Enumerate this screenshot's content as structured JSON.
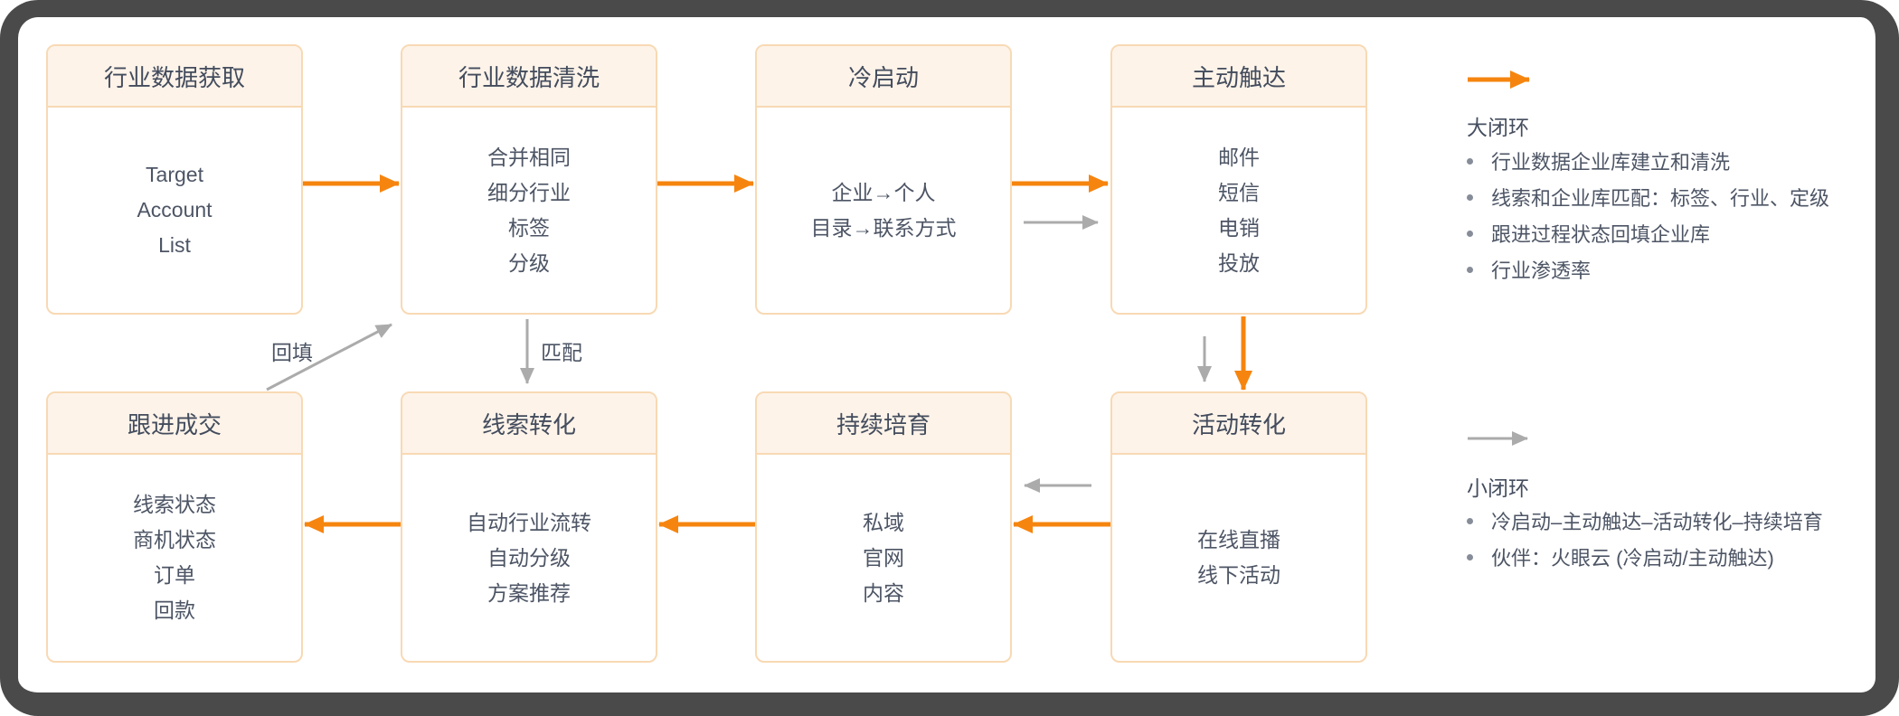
{
  "colors": {
    "accent_orange": "#f6850f",
    "loop_gray": "#ababab",
    "node_border": "#f8d9b4",
    "node_header_bg": "#fdf3e9",
    "text": "#4d5565",
    "frame": "#4a4a4a"
  },
  "boxes": [
    {
      "title": "行业数据获取",
      "items": [
        "Target",
        "Account",
        "List"
      ]
    },
    {
      "title": "行业数据清洗",
      "items": [
        "合并相同",
        "细分行业",
        "标签",
        "分级"
      ]
    },
    {
      "title": "冷启动",
      "items": [
        "企业→个人",
        "目录→联系方式"
      ]
    },
    {
      "title": "主动触达",
      "items": [
        "邮件",
        "短信",
        "电销",
        "投放"
      ]
    },
    {
      "title": "跟进成交",
      "items": [
        "线索状态",
        "商机状态",
        "订单",
        "回款"
      ]
    },
    {
      "title": "线索转化",
      "items": [
        "自动行业流转",
        "自动分级",
        "方案推荐"
      ]
    },
    {
      "title": "持续培育",
      "items": [
        "私域",
        "官网",
        "内容"
      ]
    },
    {
      "title": "活动转化",
      "items": [
        "在线直播",
        "线下活动"
      ]
    }
  ],
  "edge_labels": {
    "backfill": "回填",
    "match": "匹配"
  },
  "legend_big": {
    "title": "大闭环",
    "bullets": [
      "行业数据企业库建立和清洗",
      "线索和企业库匹配：标签、行业、定级",
      "跟进过程状态回填企业库",
      "行业渗透率"
    ]
  },
  "legend_small": {
    "title": "小闭环",
    "bullets": [
      "冷启动–主动触达–活动转化–持续培育",
      "伙伴：火眼云 (冷启动/主动触达)"
    ]
  }
}
